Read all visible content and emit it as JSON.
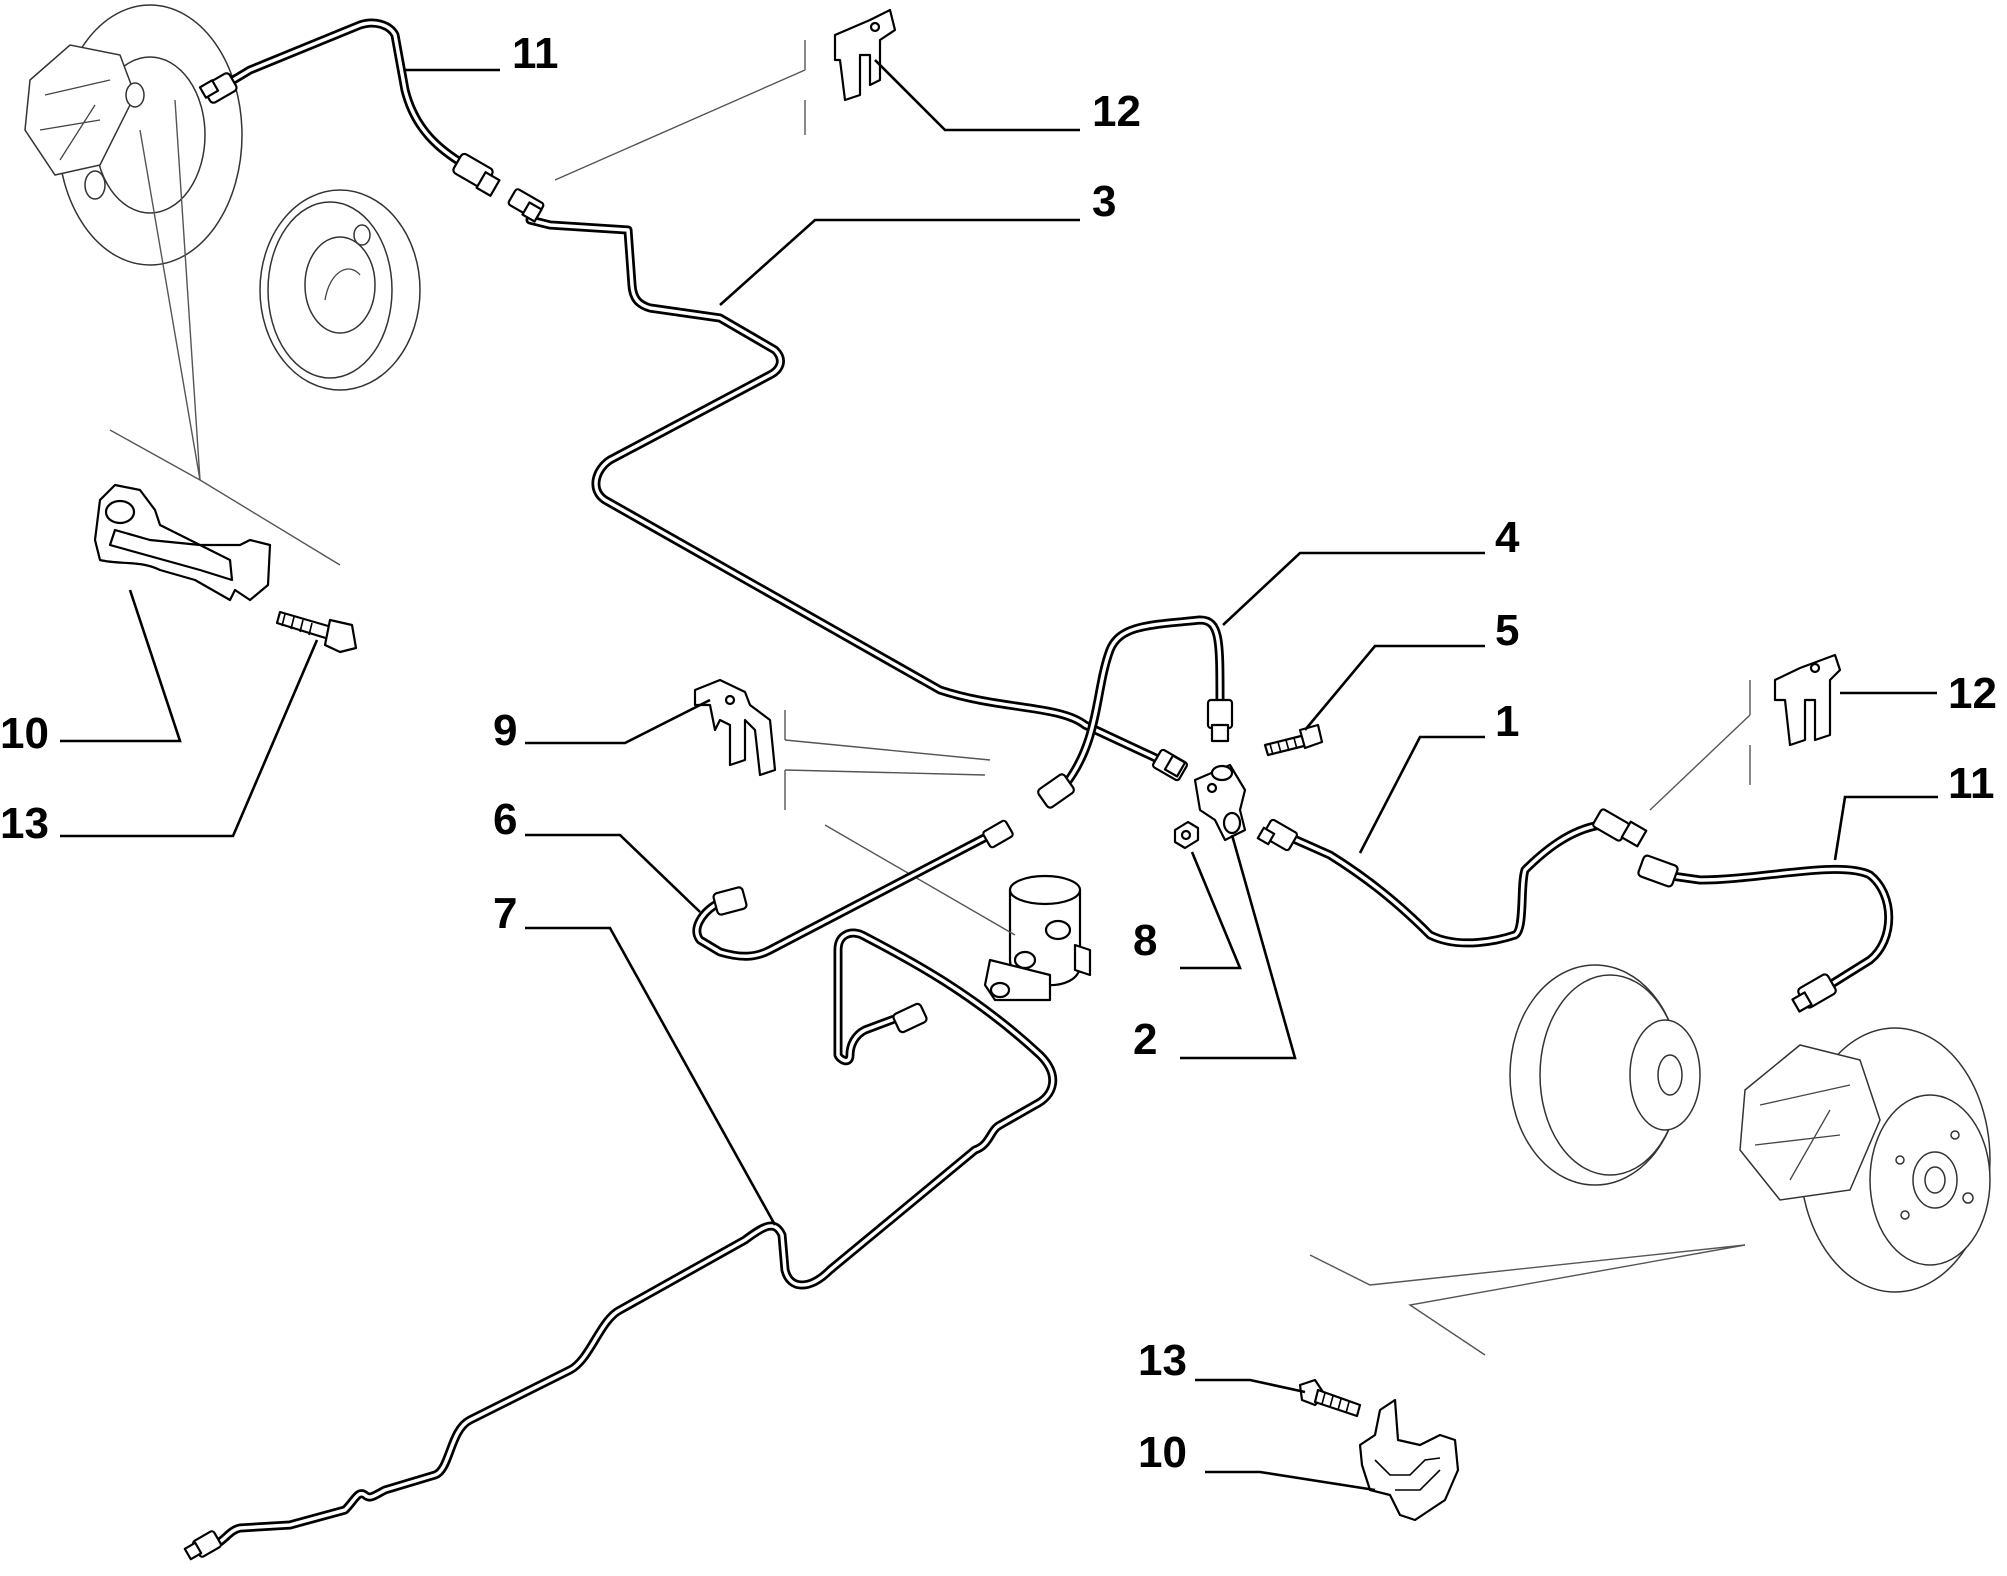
{
  "callouts": {
    "c11_left": "11",
    "c12_top": "12",
    "c3": "3",
    "c4": "4",
    "c5": "5",
    "c1": "1",
    "c12_right": "12",
    "c11_right": "11",
    "c9": "9",
    "c10_left": "10",
    "c13_left": "13",
    "c6": "6",
    "c7": "7",
    "c8": "8",
    "c2": "2",
    "c13_bottom": "13",
    "c10_bottom": "10"
  }
}
